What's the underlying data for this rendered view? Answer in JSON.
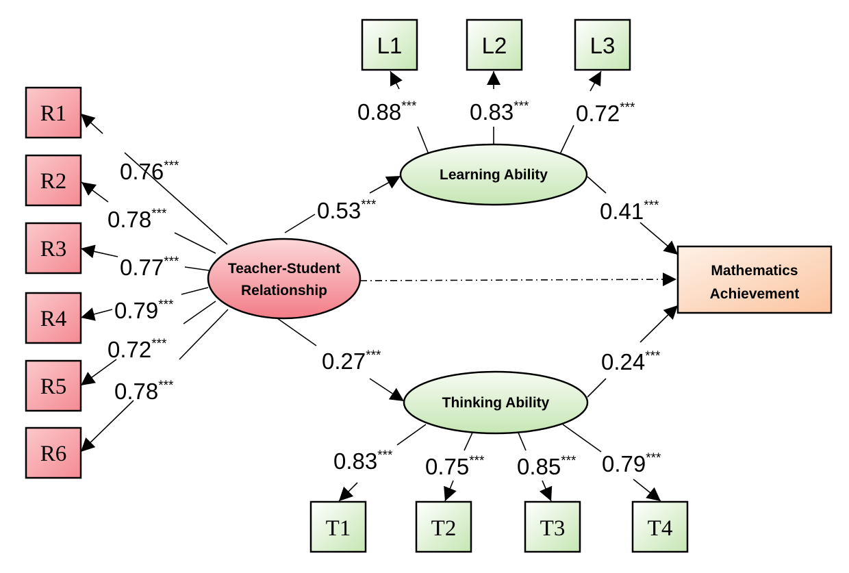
{
  "nodes": {
    "tsr": {
      "label_line1": "Teacher-Student",
      "label_line2": "Relationship",
      "fill": "#f48a93"
    },
    "learning": {
      "label": "Learning Ability",
      "fill": "#d5edc6"
    },
    "thinking": {
      "label": "Thinking Ability",
      "fill": "#d5edc6"
    },
    "math": {
      "label_line1": "Mathematics",
      "label_line2": "Achievement",
      "fill": "#fcd3b6"
    }
  },
  "indicators": {
    "R": [
      {
        "label": "R1",
        "loading": "0.76",
        "sig": "***"
      },
      {
        "label": "R2",
        "loading": "0.78",
        "sig": "***"
      },
      {
        "label": "R3",
        "loading": "0.77",
        "sig": "***"
      },
      {
        "label": "R4",
        "loading": "0.79",
        "sig": "***"
      },
      {
        "label": "R5",
        "loading": "0.72",
        "sig": "***"
      },
      {
        "label": "R6",
        "loading": "0.78",
        "sig": "***"
      }
    ],
    "L": [
      {
        "label": "L1",
        "loading": "0.88",
        "sig": "***"
      },
      {
        "label": "L2",
        "loading": "0.83",
        "sig": "***"
      },
      {
        "label": "L3",
        "loading": "0.72",
        "sig": "***"
      }
    ],
    "T": [
      {
        "label": "T1",
        "loading": "0.83",
        "sig": "***"
      },
      {
        "label": "T2",
        "loading": "0.75",
        "sig": "***"
      },
      {
        "label": "T3",
        "loading": "0.85",
        "sig": "***"
      },
      {
        "label": "T4",
        "loading": "0.79",
        "sig": "***"
      }
    ]
  },
  "paths": {
    "tsr_learning": {
      "coef": "0.53",
      "sig": "***"
    },
    "tsr_thinking": {
      "coef": "0.27",
      "sig": "***"
    },
    "learning_math": {
      "coef": "0.41",
      "sig": "***"
    },
    "thinking_math": {
      "coef": "0.24",
      "sig": "***"
    }
  },
  "colors": {
    "r_box": "#f7a4a8",
    "lt_box": "#d5edc6",
    "line": "#000000"
  }
}
